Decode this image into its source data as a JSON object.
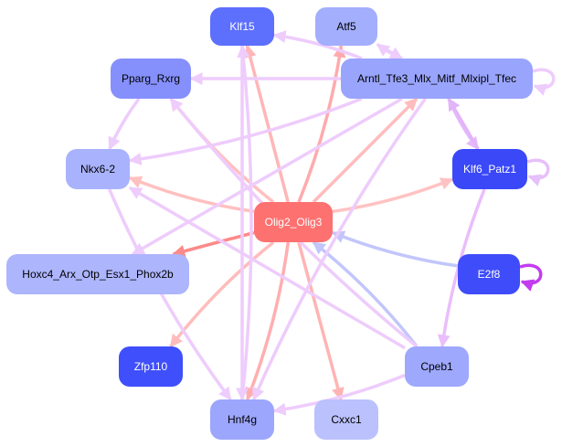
{
  "graph": {
    "nodes": [
      {
        "id": "Klf15",
        "label": "Klf15",
        "fill": "#5c6ffd",
        "text": "#ffffff"
      },
      {
        "id": "Atf5",
        "label": "Atf5",
        "fill": "#a3aefd",
        "text": "#000000"
      },
      {
        "id": "Pparg_Rxrg",
        "label": "Pparg_Rxrg",
        "fill": "#8590fd",
        "text": "#000000"
      },
      {
        "id": "Arntl",
        "label": "Arntl_Tfe3_Mlx_Mitf_Mlxipl_Tfec",
        "fill": "#99a4fd",
        "text": "#000000"
      },
      {
        "id": "Nkx6_2",
        "label": "Nkx6-2",
        "fill": "#a9b3fd",
        "text": "#000000"
      },
      {
        "id": "Klf6_Patz1",
        "label": "Klf6_Patz1",
        "fill": "#3a48f8",
        "text": "#ffffff"
      },
      {
        "id": "Olig2_Olig3",
        "label": "Olig2_Olig3",
        "fill": "#fd7170",
        "text": "#ffffff"
      },
      {
        "id": "Hoxc4",
        "label": "Hoxc4_Arx_Otp_Esx1_Phox2b",
        "fill": "#adb5fd",
        "text": "#000000"
      },
      {
        "id": "E2f8",
        "label": "E2f8",
        "fill": "#3f4cf9",
        "text": "#ffffff"
      },
      {
        "id": "Zfp110",
        "label": "Zfp110",
        "fill": "#3f4ffb",
        "text": "#ffffff"
      },
      {
        "id": "Cpeb1",
        "label": "Cpeb1",
        "fill": "#9ea8fd",
        "text": "#000000"
      },
      {
        "id": "Hnf4g",
        "label": "Hnf4g",
        "fill": "#9ca6fd",
        "text": "#000000"
      },
      {
        "id": "Cxxc1",
        "label": "Cxxc1",
        "fill": "#bac1fd",
        "text": "#000000"
      }
    ],
    "edges": [
      {
        "from": "Olig2_Olig3",
        "to": "Klf15",
        "color": "#ffb6b8"
      },
      {
        "from": "Olig2_Olig3",
        "to": "Atf5",
        "color": "#ffaaad"
      },
      {
        "from": "Olig2_Olig3",
        "to": "Pparg_Rxrg",
        "color": "#ffc0c0"
      },
      {
        "from": "Olig2_Olig3",
        "to": "Arntl",
        "color": "#ffbcbd"
      },
      {
        "from": "Olig2_Olig3",
        "to": "Nkx6_2",
        "color": "#ffc0c0"
      },
      {
        "from": "Olig2_Olig3",
        "to": "Klf6_Patz1",
        "color": "#ffc2c2"
      },
      {
        "from": "Olig2_Olig3",
        "to": "Hoxc4",
        "color": "#fd8a8a"
      },
      {
        "from": "Olig2_Olig3",
        "to": "Zfp110",
        "color": "#ffbcbc"
      },
      {
        "from": "Olig2_Olig3",
        "to": "Hnf4g",
        "color": "#ffaeb0"
      },
      {
        "from": "Olig2_Olig3",
        "to": "Cxxc1",
        "color": "#ffb4b4"
      },
      {
        "from": "E2f8",
        "to": "Olig2_Olig3",
        "color": "#c2c6fb"
      },
      {
        "from": "Cpeb1",
        "to": "Olig2_Olig3",
        "color": "#c2c6fb"
      },
      {
        "from": "E2f8",
        "to": "E2f8",
        "color": "#c23cf0"
      },
      {
        "from": "Arntl",
        "to": "Klf15",
        "color": "#eeccfc"
      },
      {
        "from": "Arntl",
        "to": "Atf5",
        "color": "#eeccfc"
      },
      {
        "from": "Arntl",
        "to": "Pparg_Rxrg",
        "color": "#eeccfc"
      },
      {
        "from": "Arntl",
        "to": "Nkx6_2",
        "color": "#eeccfc"
      },
      {
        "from": "Arntl",
        "to": "Klf6_Patz1",
        "color": "#e6bafa"
      },
      {
        "from": "Arntl",
        "to": "Hoxc4",
        "color": "#eeccfc"
      },
      {
        "from": "Arntl",
        "to": "Hnf4g",
        "color": "#eeccfc"
      },
      {
        "from": "Arntl",
        "to": "Arntl",
        "color": "#eeccfc"
      },
      {
        "from": "Klf6_Patz1",
        "to": "Arntl",
        "color": "#e2b4fa"
      },
      {
        "from": "Klf6_Patz1",
        "to": "Klf6_Patz1",
        "color": "#e6c0fa"
      },
      {
        "from": "Klf6_Patz1",
        "to": "Cpeb1",
        "color": "#eabefc"
      },
      {
        "from": "Atf5",
        "to": "Arntl",
        "color": "#eeccfc"
      },
      {
        "from": "Pparg_Rxrg",
        "to": "Nkx6_2",
        "color": "#eeccfc"
      },
      {
        "from": "Cpeb1",
        "to": "Pparg_Rxrg",
        "color": "#eeccfc"
      },
      {
        "from": "Cpeb1",
        "to": "Nkx6_2",
        "color": "#eeccfc"
      },
      {
        "from": "Cpeb1",
        "to": "Hnf4g",
        "color": "#eeccfc"
      },
      {
        "from": "Hnf4g",
        "to": "Klf15",
        "color": "#eeccfc"
      },
      {
        "from": "Klf15",
        "to": "Hnf4g",
        "color": "#eeccfc"
      },
      {
        "from": "Nkx6_2",
        "to": "Hnf4g",
        "color": "#eeccfc"
      }
    ]
  }
}
